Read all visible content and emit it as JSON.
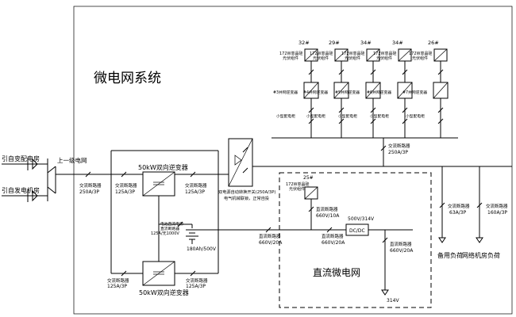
{
  "title": "微电网系统",
  "left_feeds": [
    {
      "label": "引自变配电房"
    },
    {
      "label": "引自发电机房"
    }
  ],
  "upper_grid_label": "上一级电网",
  "breakers": {
    "main_in": {
      "name": "交流断路器",
      "rating": "250A/3P"
    },
    "inv1_left": {
      "name": "交流断路器",
      "rating": "125A/3P"
    },
    "inv1_right": {
      "name": "交流断路器",
      "rating": "125A/3P"
    },
    "inv2_left": {
      "name": "交流断路器",
      "rating": "125A/3P"
    },
    "inv2_right": {
      "name": "交流断路器",
      "rating": "125A/3P"
    },
    "pv_ac": {
      "name": "交流断路器",
      "rating": "250A/3P"
    },
    "dc_main": {
      "name": "直流断路器",
      "rating": "660V/20A"
    },
    "dc_mid": {
      "name": "直流断路器",
      "rating": "660V/20A"
    },
    "dc_pv": {
      "name": "直流断路器",
      "rating": "660V/10A"
    },
    "dc_out": {
      "name": "直流断路器",
      "rating": "660V/20A"
    },
    "backup": {
      "name": "交流断路器",
      "rating": "63A/3P"
    },
    "network": {
      "name": "交流断路器",
      "rating": "160A/3P"
    }
  },
  "inverters": [
    {
      "label": "50kW双向逆变器"
    },
    {
      "label": "50kW双向逆变器"
    }
  ],
  "battery": {
    "label": "180Ah/500V"
  },
  "battery_switch": {
    "line1": "电池直流电源",
    "line2": "直流断路器",
    "line3": "125A/无1000V"
  },
  "ats": {
    "line1": "双电源自动转换开关(250A/3P)",
    "line2": "电气机械联锁，正常自投"
  },
  "dcdc": {
    "label": "DC/DC",
    "voltage": "500V/314V"
  },
  "dc_pv_module": {
    "count": "25#",
    "line1": "172W单晶硅",
    "line2": "光伏组件"
  },
  "dc_output_voltage": "314V",
  "dc_microgrid_label": "直流微电网",
  "pv_strings": [
    {
      "count": "32#",
      "module1": "172W单晶硅",
      "module2": "光伏组件",
      "inverter": "#3并网逆变器",
      "meter": "小型配电柜"
    },
    {
      "count": "29#",
      "module1": "172W单晶硅",
      "module2": "光伏组件",
      "inverter": "#4并网逆变器",
      "meter": "小型配电柜"
    },
    {
      "count": "34#",
      "module1": "172W单晶硅",
      "module2": "光伏组件",
      "inverter": "#5并网逆变器",
      "meter": "小型配电柜"
    },
    {
      "count": "34#",
      "module1": "172W单晶硅",
      "module2": "光伏组件",
      "inverter": "#6并网逆变器",
      "meter": "小型配电柜"
    },
    {
      "count": "26#",
      "module1": "172W单晶硅",
      "module2": "光伏组件",
      "inverter": "#7并网逆变器",
      "meter": "小型配电柜"
    }
  ],
  "loads": [
    {
      "label": "备用负荷"
    },
    {
      "label": "网络机房负荷"
    }
  ]
}
